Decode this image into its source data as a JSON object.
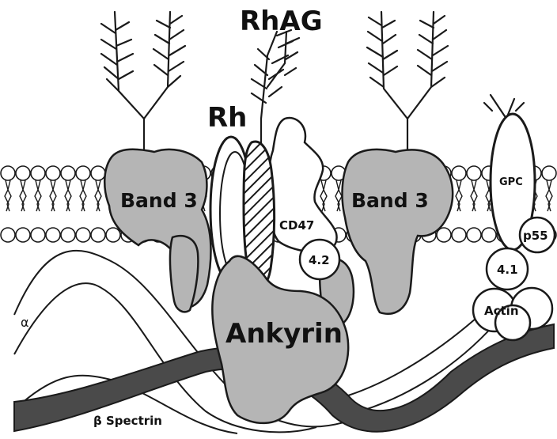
{
  "labels": {
    "rhag": "RhAG",
    "rh": "Rh",
    "band3_left": "Band 3",
    "band3_right": "Band 3",
    "cd47": "CD47",
    "protein_42": "4.2",
    "ankyrin": "Ankyrin",
    "gpc": "GPC",
    "p55": "p55",
    "protein_41": "4.1",
    "actin": "Actin",
    "alpha": "α",
    "beta_spectrin": "β Spectrin"
  },
  "colors": {
    "protein_fill": "#b5b5b5",
    "stroke": "#1a1a1a",
    "membrane_circle": "#ffffff",
    "spectrin_band": "#4a4a4a"
  }
}
